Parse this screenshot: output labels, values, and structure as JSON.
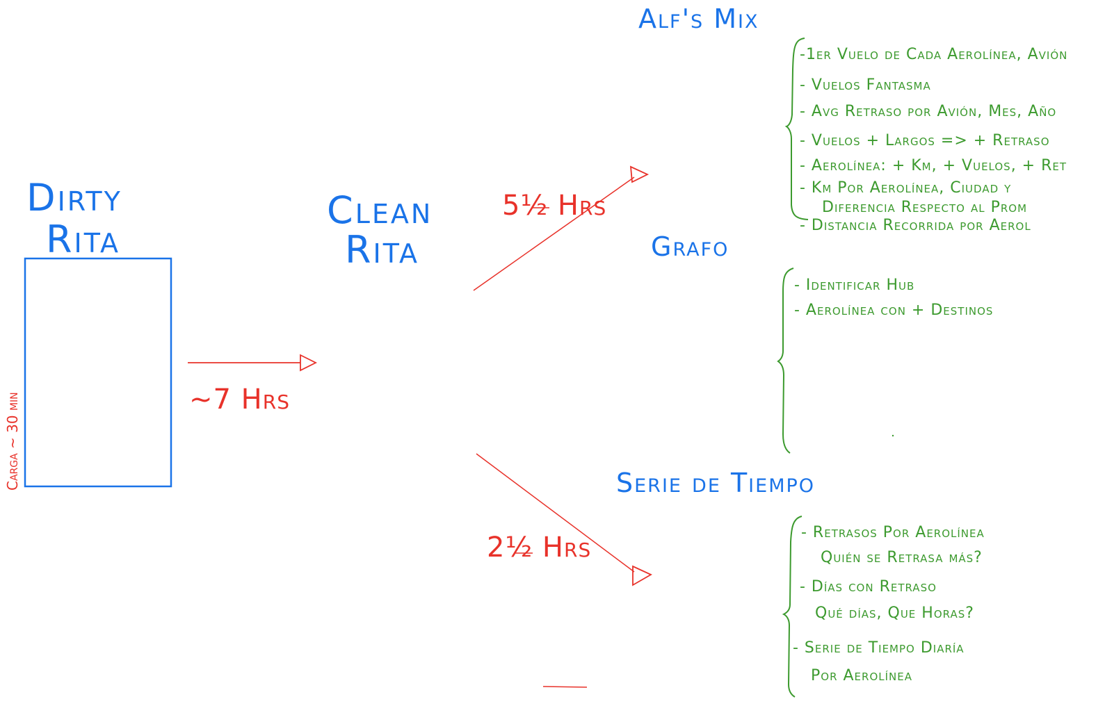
{
  "source": {
    "title_line1": "Dirty",
    "title_line2": "Rita",
    "carga_label": "Carga ~ 30 min"
  },
  "edge_main": {
    "label": "~7 Hrs"
  },
  "clean": {
    "title_line1": "Clean",
    "title_line2": "Rita"
  },
  "edge_upper": {
    "label": "5½ Hrs"
  },
  "edge_lower": {
    "label": "2½ Hrs"
  },
  "alfs_mix": {
    "title": "Alf's Mix",
    "items": [
      "-1er Vuelo de Cada Aerolínea, Avión",
      "- Vuelos Fantasma",
      "- Avg Retraso por Avión, Mes, Año",
      "- Vuelos + Largos => + Retraso",
      "- Aerolínea: + Km, + Vuelos, + Ret",
      "- Km Por Aerolínea, Ciudad y",
      "Diferencia Respecto al Prom",
      "- Distancia Recorrida por Aerol"
    ]
  },
  "grafo": {
    "title": "Grafo",
    "items": [
      "- Identificar Hub",
      "- Aerolínea con + Destinos"
    ]
  },
  "serie": {
    "title": "Serie de Tiempo",
    "items": [
      "- Retrasos Por Aerolínea",
      "Quién se Retrasa más?",
      "- Días con Retraso",
      "Qué días, Que Horas?",
      "- Serie de Tiempo Diaría",
      "Por Aerolínea"
    ]
  },
  "colors": {
    "blue": "#1a73e8",
    "red": "#e8322a",
    "green": "#3c9a2e"
  }
}
